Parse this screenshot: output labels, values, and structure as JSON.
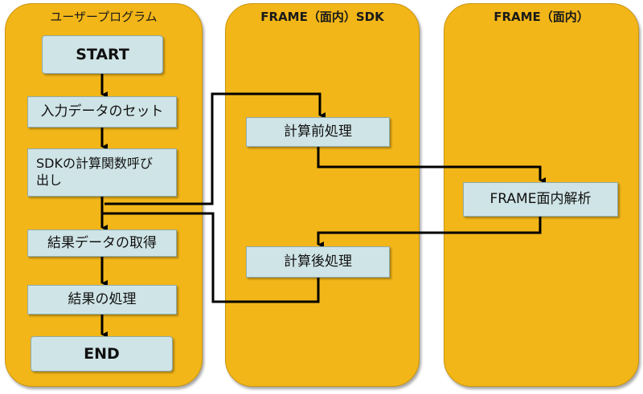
{
  "lanes": {
    "user": {
      "title": "ユーザープログラム"
    },
    "sdk": {
      "title": "FRAME（面内）SDK"
    },
    "frame": {
      "title": "FRAME（面内）"
    }
  },
  "nodes": {
    "start": "START",
    "set_input": "入力データのセット",
    "call_sdk": "SDKの計算関数呼び出し",
    "get_result": "結果データの取得",
    "process_result": "結果の処理",
    "end": "END",
    "pre_process": "計算前処理",
    "post_process": "計算後処理",
    "frame_analysis": "FRAME面内解析"
  },
  "colors": {
    "lane_fill": "#f2b618",
    "box_fill": "#cfe4e6",
    "line": "#000000"
  }
}
